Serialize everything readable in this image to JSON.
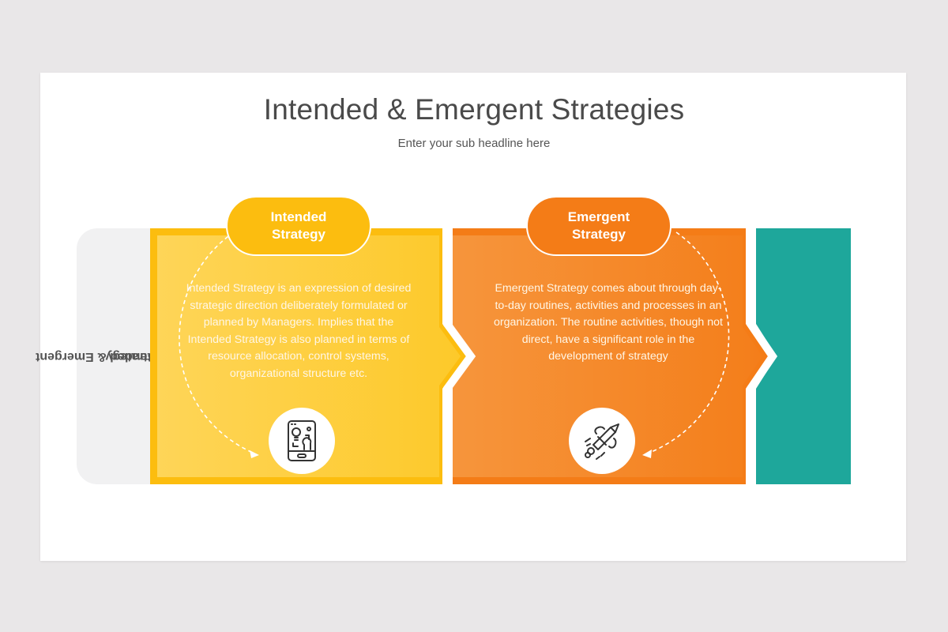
{
  "slide": {
    "title": "Intended & Emergent Strategies",
    "subtitle": "Enter your sub headline here"
  },
  "side_tab": {
    "label_line1": "Intended & Emergent",
    "label_line2": "Strategy"
  },
  "panels": [
    {
      "heading_line1": "Intended",
      "heading_line2": "Strategy",
      "description": "Intended Strategy is an expression of desired strategic direction deliberately formulated or planned by Managers. Implies that the Intended Strategy is also planned in terms of resource allocation, control systems, organizational structure etc.",
      "icon": "smartphone-idea-icon",
      "color": "#fcbd0f",
      "fill_light": "#fed85a",
      "fill_dark": "#fcc82a"
    },
    {
      "heading_line1": "Emergent",
      "heading_line2": "Strategy",
      "description": "Emergent Strategy comes about through day-to-day routines, activities and processes in an organization. The routine activities, though not direct, have a significant role in the development of strategy",
      "icon": "rocket-icon",
      "color": "#f47c17",
      "fill_light": "#f5923a",
      "fill_dark": "#f48220"
    },
    {
      "color": "#1ea79b"
    }
  ],
  "colors": {
    "background": "#e9e7e8",
    "slide": "#ffffff",
    "side_tab": "#f1f1f2",
    "title_text": "#4a4a4a"
  }
}
